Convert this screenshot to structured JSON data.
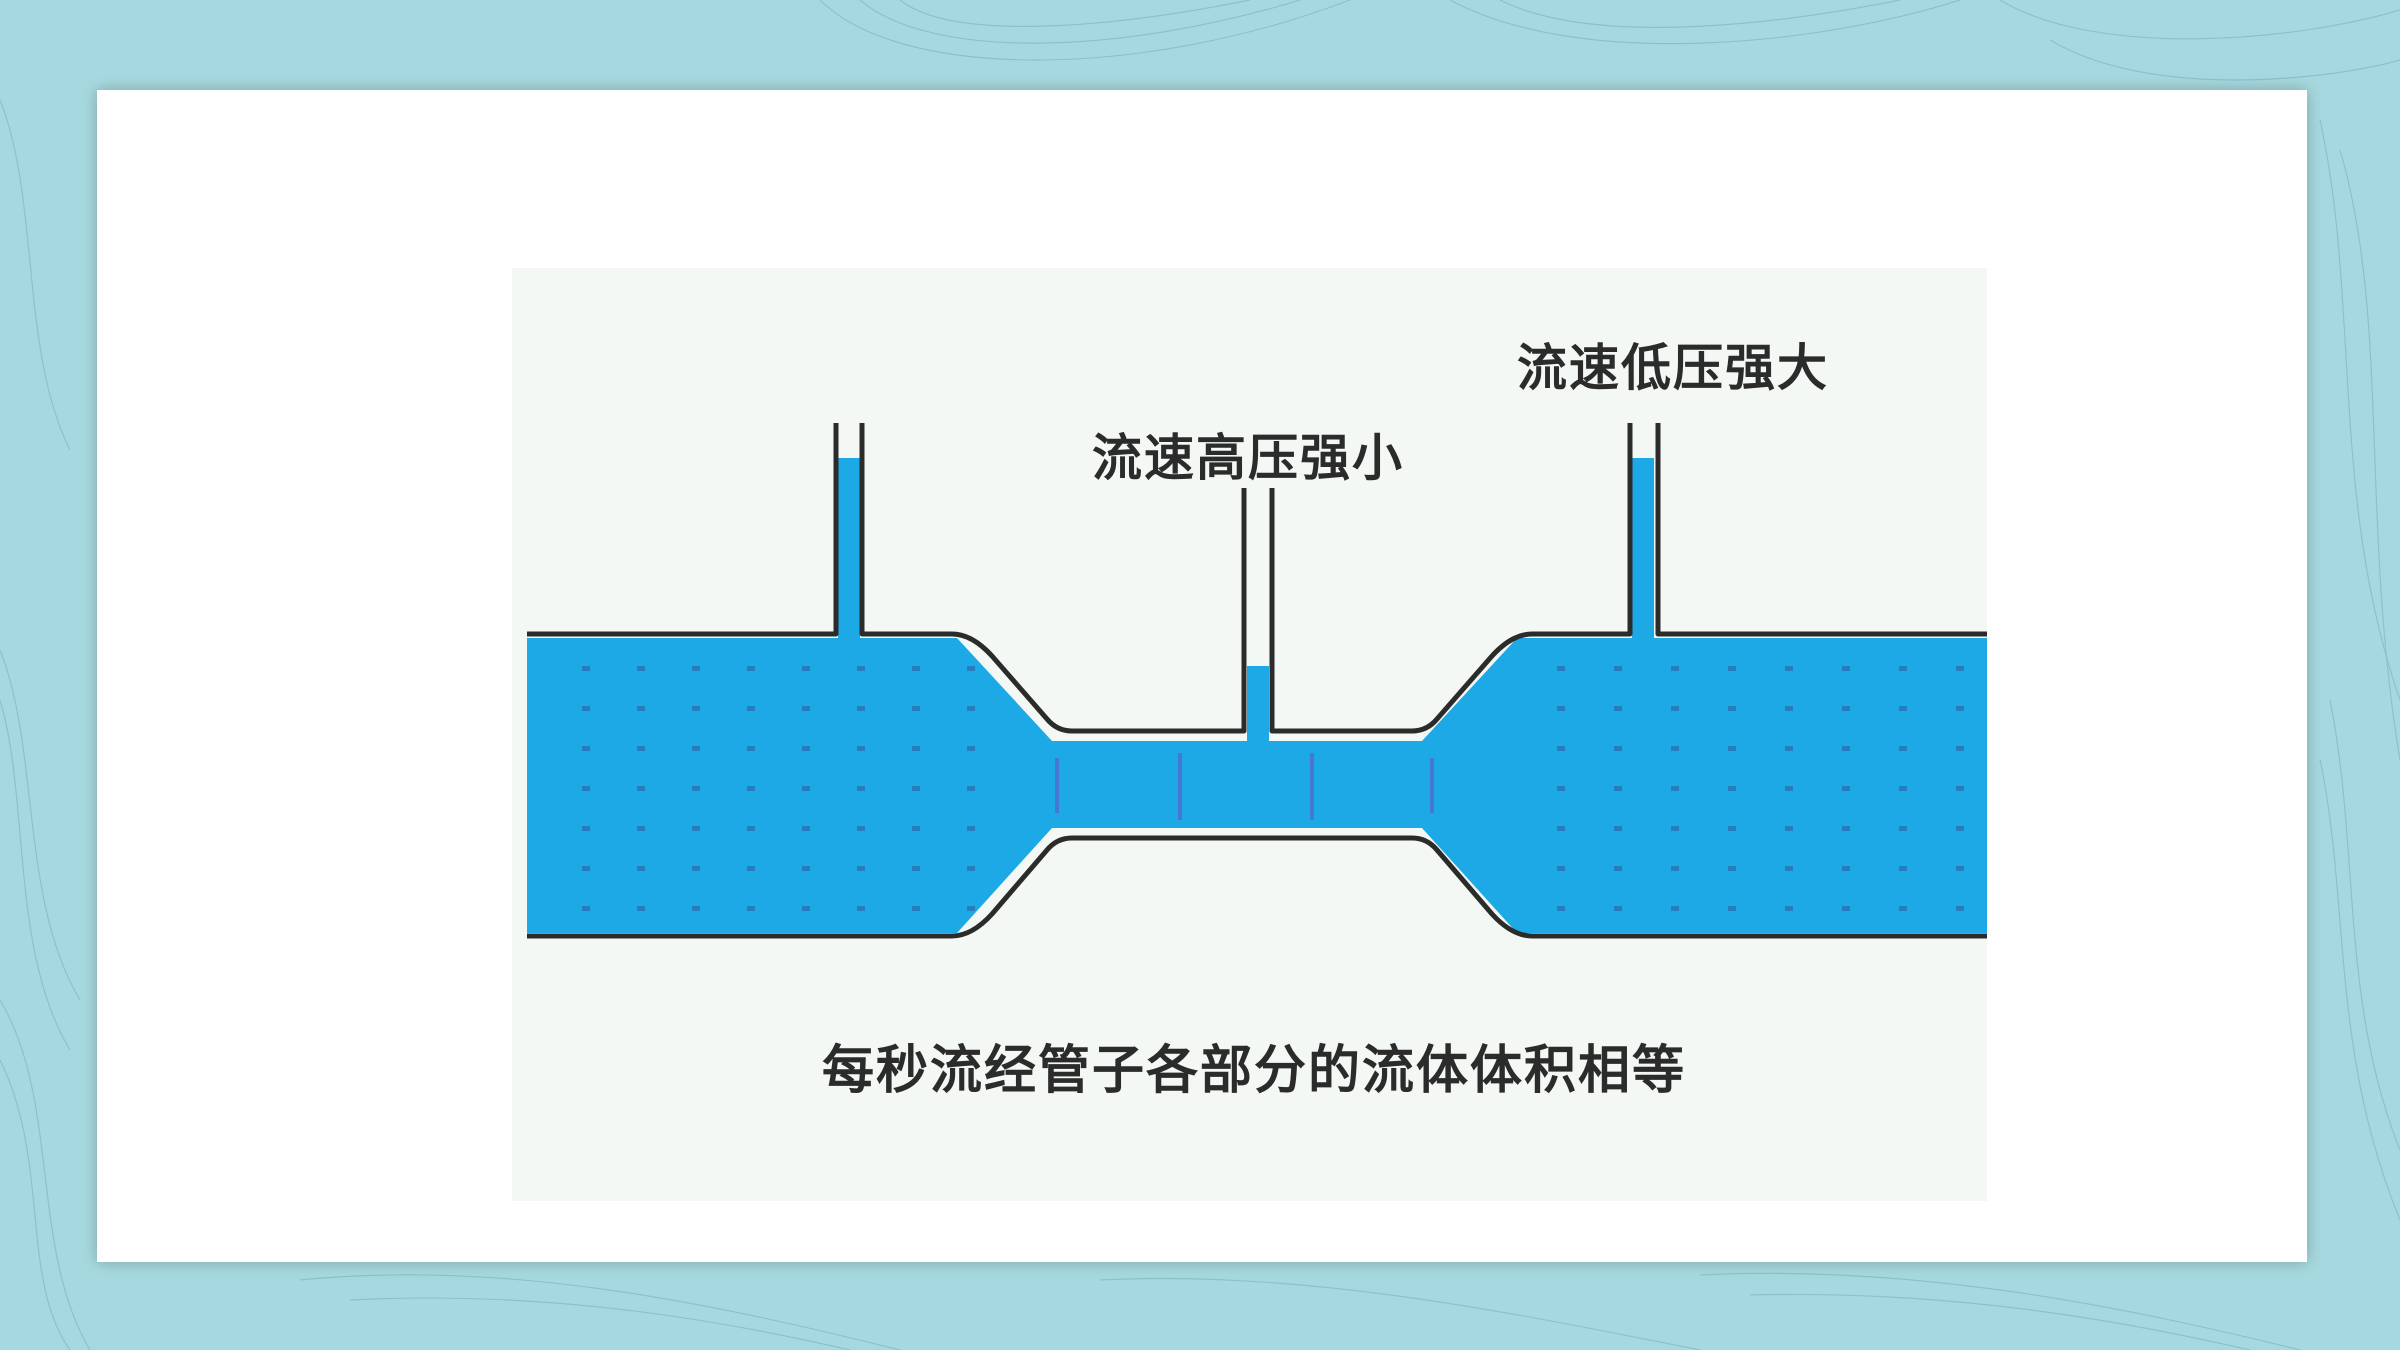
{
  "labels": {
    "narrow_section": "流速高压强小",
    "wide_section": "流速低压强大",
    "caption": "每秒流经管子各部分的流体体积相等"
  },
  "colors": {
    "background": "#a6d9df",
    "contour_lines": "#7fb9c1",
    "card": "#ffffff",
    "figure_bg": "#f3f8f4",
    "water": "#1da8e6",
    "pipe_wall": "#2b2b2b",
    "particles": "#2a6fb0"
  },
  "icons": {
    "background_pattern": "topographic-contour-lines"
  }
}
